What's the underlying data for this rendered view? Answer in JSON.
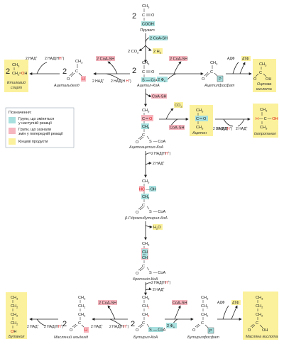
{
  "colors": {
    "changing": "#a8e0df",
    "changed": "#f6b6bf",
    "final": "#fbf19c",
    "legend_border": "#9aa6b4"
  },
  "legend": {
    "title": "Позначення:",
    "items": [
      {
        "text1": "Групи, що зміняться",
        "text2": "у наступній реакції"
      },
      {
        "text1": "Групи, що зазнали",
        "text2": "змін у попередній реакції"
      },
      {
        "text1": "Кінцеві продукти",
        "text2": ""
      }
    ]
  },
  "names": {
    "pyruvate": "Піруват",
    "acetyl_coa": "Ацетил-КоА",
    "acetaldehyde": "Ацетальдегід",
    "ethanol1": "Етиловий",
    "ethanol2": "спирт",
    "acetyl_phosphate": "Ацетилфосфат",
    "acetic1": "Оцтова",
    "acetic2": "кислота",
    "acetoacetyl_coa": "Ацетоацетил-КоА",
    "acetone": "Ацетон",
    "isopropanol": "Ізопропанол",
    "hydroxybutyryl_coa": "β-Гідроксибутирил-КоА",
    "crotonyl_coa": "Кротоніл-КоА",
    "butyryl_coa": "Бутирил-КоА",
    "butyraldehyde": "Масляний альдегід",
    "butanol": "Бутанол",
    "butyryl_phosphate": "Бутирилфосфат",
    "butyric_acid": "Масляна кислота"
  },
  "reagents": {
    "two": "2",
    "coash2": "2 CoA-SH",
    "co2_2": "2 CO",
    "h2_2": "2 H",
    "sub2": "2",
    "nad_plus_2": "2 НАД",
    "nadh_2": "2 НАД(H",
    "plus": "+",
    "h_plus": "H",
    "close_paren": ")",
    "pi_2": "2 Ф",
    "pi_sub": "н",
    "adp": "АДФ",
    "atp": "АТФ",
    "coash": "CoA-SH",
    "co2": "CO",
    "h2o": "H",
    "h2o_o": "O"
  },
  "atoms": {
    "C": "C",
    "O": "O",
    "H": "H",
    "CH3": "CH",
    "CH2": "CH",
    "sub3": "3",
    "sub2": "2",
    "OH": "OH",
    "HC": "HC",
    "CH": "CH",
    "S_CoA": "S",
    "CoA": "CoA",
    "COOH": "COOH",
    "P": "P",
    "eq": "═",
    "dash": "—"
  }
}
